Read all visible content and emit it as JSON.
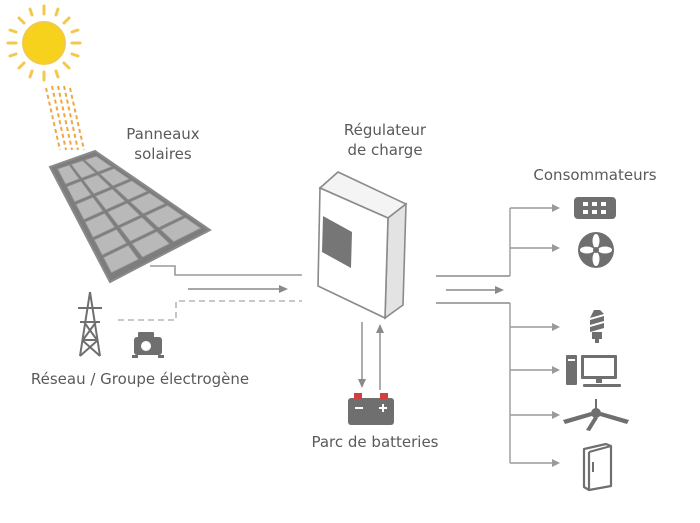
{
  "labels": {
    "panels": [
      "Panneaux",
      "solaires"
    ],
    "regulator": [
      "Régulateur",
      "de charge"
    ],
    "consumers": "Consommateurs",
    "grid": "Réseau / Groupe électrogène",
    "batteries": "Parc de batteries"
  },
  "colors": {
    "sun": "#f7d21c",
    "sun_rays": "#f2c94c",
    "beam": "#f0a742",
    "panel": "#8c8c8c",
    "line": "#9a9a9a",
    "icon": "#6f6f6f",
    "battery_terminal": "#d33f3f"
  },
  "icons": [
    "sun-icon",
    "solar-panel-icon",
    "pylon-icon",
    "generator-icon",
    "charge-controller-icon",
    "battery-icon",
    "led-panel-icon",
    "fan-icon",
    "bulb-icon",
    "computer-icon",
    "ceiling-fan-icon",
    "fridge-icon"
  ]
}
